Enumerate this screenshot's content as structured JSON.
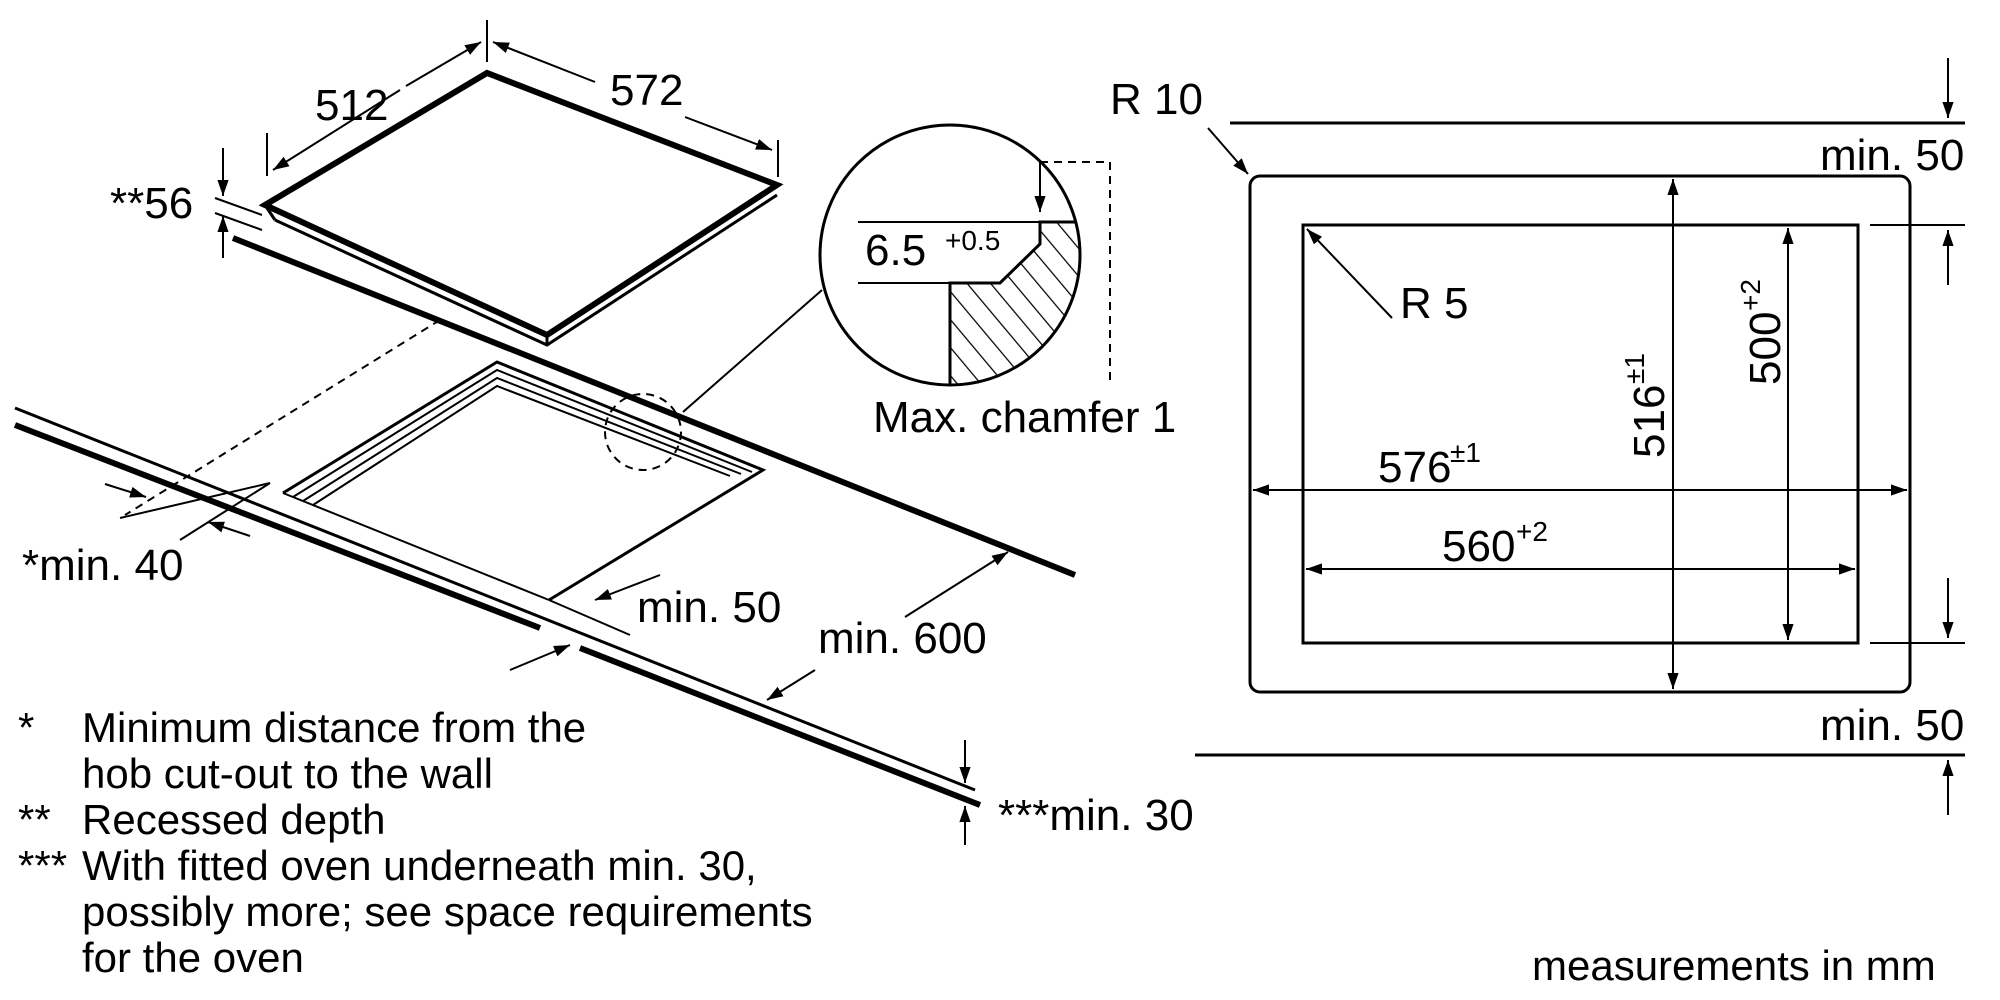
{
  "left_view": {
    "depth_512": "512",
    "width_572": "572",
    "recess_56": "**56",
    "wall_min40": "*min. 40",
    "front_min50": "min. 50",
    "depth_min600": "min. 600",
    "below_min30": "***min. 30"
  },
  "detail": {
    "value": "6.5",
    "tolerance": "+0.5",
    "chamfer_label": "Max. chamfer 1"
  },
  "right_view": {
    "outer_radius": "R 10",
    "inner_radius": "R 5",
    "top_clearance": "min. 50",
    "bottom_clearance": "min. 50",
    "width_576": "576",
    "width_576_tol": "±1",
    "width_560": "560",
    "width_560_tol": "+2",
    "height_516": "516",
    "height_516_tol": "±1",
    "height_500": "500",
    "height_500_tol": "+2"
  },
  "footnotes": [
    {
      "marker": "*",
      "lines": [
        "Minimum distance from the",
        "hob cut-out to the wall"
      ]
    },
    {
      "marker": "**",
      "lines": [
        "Recessed depth"
      ]
    },
    {
      "marker": "***",
      "lines": [
        "With fitted oven underneath min. 30,",
        "possibly more; see space requirements",
        "for the oven"
      ]
    }
  ],
  "units_note": "measurements in mm"
}
